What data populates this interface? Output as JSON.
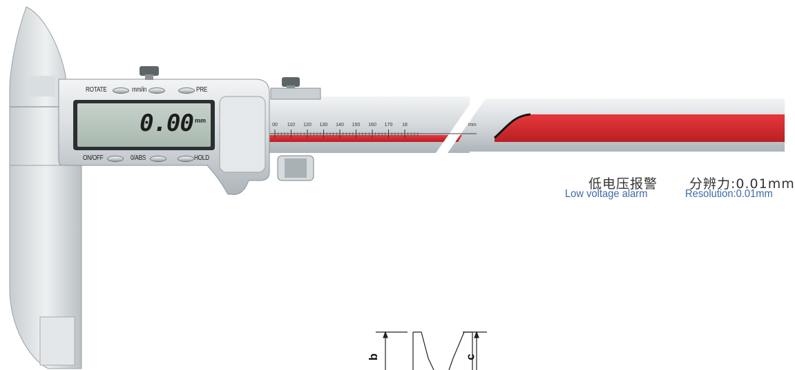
{
  "buttons": {
    "rotate": "ROTATE",
    "mm_in": "mm/in",
    "pre": "PRE",
    "on_off": "ON/OFF",
    "zero_abs": "0/ABS",
    "hold": "HOLD"
  },
  "display": {
    "reading": "0.00",
    "unit": "mm"
  },
  "scale": {
    "ticks": [
      "00",
      "110",
      "120",
      "130",
      "140",
      "150",
      "160",
      "170",
      "18"
    ],
    "unit": "mm"
  },
  "features": [
    {
      "cn": "低电压报警",
      "en": "Low voltage alarm"
    },
    {
      "cn": "分辨力:0.01mm",
      "en": "Resolution:0.01mm"
    }
  ],
  "diagram": {
    "label_b": "b",
    "label_c": "c"
  },
  "colors": {
    "accent_red": "#d42a2e",
    "steel": "#c7cdd1",
    "lcd": "#b7c4bd",
    "text_blue": "#3b6aa8"
  }
}
